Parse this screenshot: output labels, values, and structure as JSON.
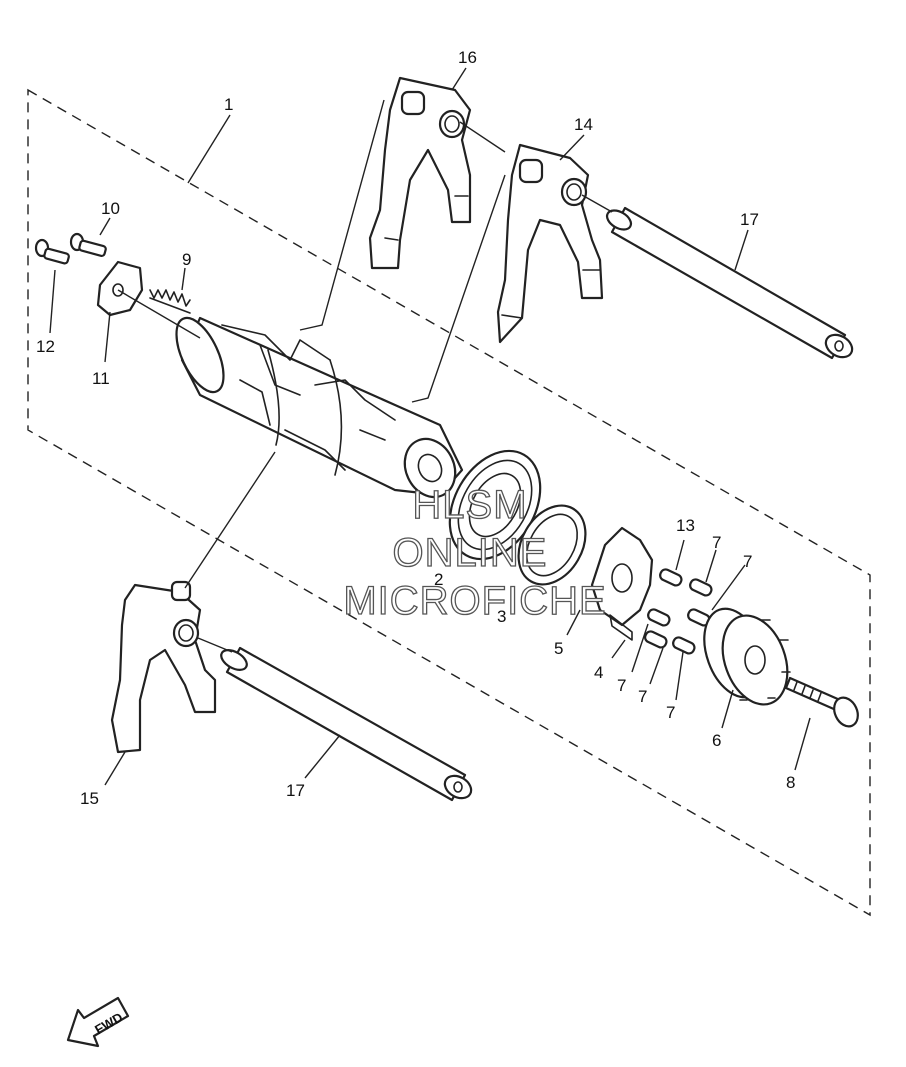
{
  "callouts": [
    {
      "id": "1",
      "label": "1"
    },
    {
      "id": "2",
      "label": "2"
    },
    {
      "id": "3",
      "label": "3"
    },
    {
      "id": "4",
      "label": "4"
    },
    {
      "id": "5",
      "label": "5"
    },
    {
      "id": "6",
      "label": "6"
    },
    {
      "id": "7a",
      "label": "7"
    },
    {
      "id": "7b",
      "label": "7"
    },
    {
      "id": "7c",
      "label": "7"
    },
    {
      "id": "7d",
      "label": "7"
    },
    {
      "id": "7e",
      "label": "7"
    },
    {
      "id": "8",
      "label": "8"
    },
    {
      "id": "9",
      "label": "9"
    },
    {
      "id": "10",
      "label": "10"
    },
    {
      "id": "11",
      "label": "11"
    },
    {
      "id": "12",
      "label": "12"
    },
    {
      "id": "13",
      "label": "13"
    },
    {
      "id": "14",
      "label": "14"
    },
    {
      "id": "15",
      "label": "15"
    },
    {
      "id": "16",
      "label": "16"
    },
    {
      "id": "17a",
      "label": "17"
    },
    {
      "id": "17b",
      "label": "17"
    }
  ],
  "watermark": {
    "line1": "HLSM",
    "line2": "ONLINE",
    "line3": "MICROFICHE"
  },
  "direction_arrow": {
    "label": "FWD",
    "icon": "arrow-left-icon"
  }
}
